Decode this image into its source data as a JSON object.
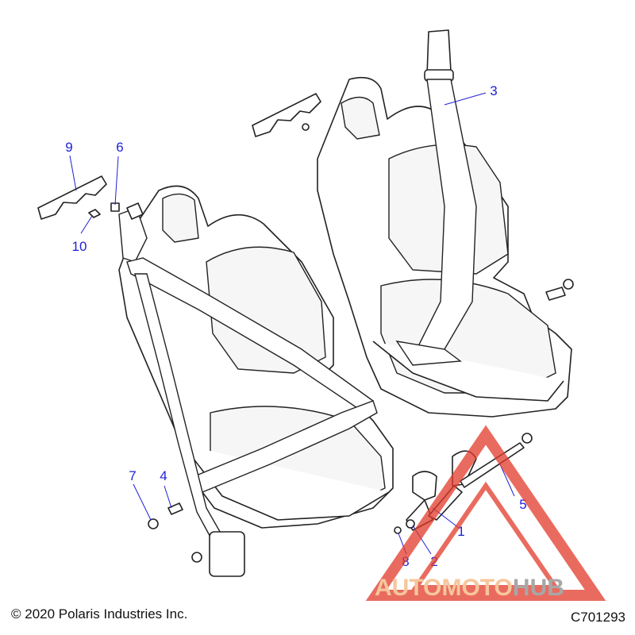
{
  "diagram": {
    "callouts": [
      {
        "id": "c1",
        "label": "1"
      },
      {
        "id": "c2",
        "label": "2"
      },
      {
        "id": "c3",
        "label": "3"
      },
      {
        "id": "c4",
        "label": "4"
      },
      {
        "id": "c5",
        "label": "5"
      },
      {
        "id": "c6",
        "label": "6"
      },
      {
        "id": "c7",
        "label": "7"
      },
      {
        "id": "c8",
        "label": "8"
      },
      {
        "id": "c9",
        "label": "9"
      },
      {
        "id": "c10",
        "label": "10"
      }
    ],
    "copyright": "© 2020 Polaris Industries Inc.",
    "figure_code": "C701293",
    "watermark": {
      "part1": "AUTOMOTO",
      "part2": "HUB"
    }
  },
  "colors": {
    "callout_text": "#1f1fd6",
    "line_art": "#222222",
    "watermark_triangle": "#e23a2a",
    "watermark_orange": "#f4b47a",
    "watermark_gray": "#8a8a8a"
  }
}
